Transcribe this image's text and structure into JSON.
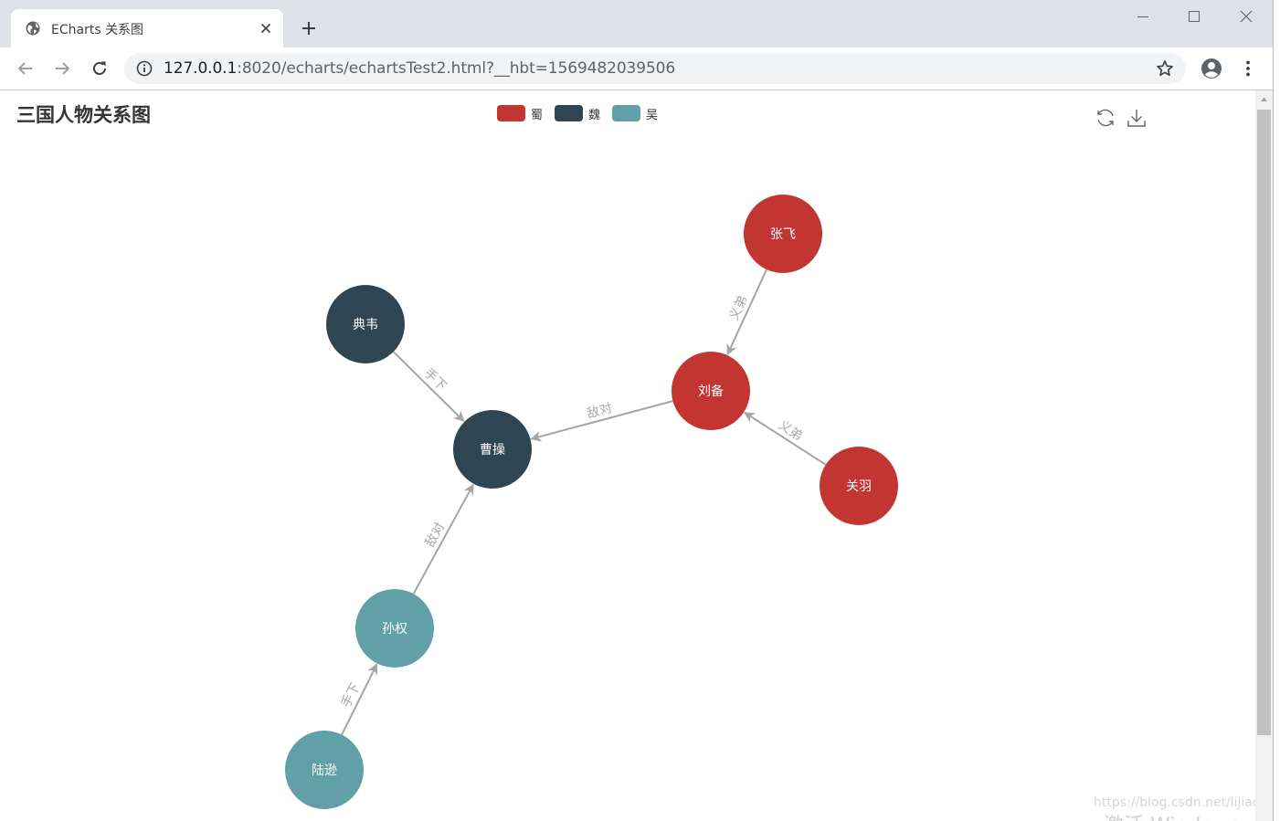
{
  "browser": {
    "tab_title": "ECharts 关系图",
    "url_host": "127.0.0.1",
    "url_rest": ":8020/echarts/echartsTest2.html?__hbt=1569482039506"
  },
  "page": {
    "title": "三国人物关系图",
    "legend": [
      {
        "name": "蜀",
        "color": "#c23531"
      },
      {
        "name": "魏",
        "color": "#2f4554"
      },
      {
        "name": "吴",
        "color": "#61a0a8"
      }
    ],
    "toolbox": [
      "restore-icon",
      "download-icon"
    ],
    "watermark": "https://blog.csdn.net/lijiachu",
    "watermark2": "激活 Windows"
  },
  "chart_data": {
    "type": "graph",
    "title": "三国人物关系图",
    "categories": [
      "蜀",
      "魏",
      "吴"
    ],
    "nodes": [
      {
        "name": "张飞",
        "category": "蜀"
      },
      {
        "name": "刘备",
        "category": "蜀"
      },
      {
        "name": "关羽",
        "category": "蜀"
      },
      {
        "name": "典韦",
        "category": "魏"
      },
      {
        "name": "曹操",
        "category": "魏"
      },
      {
        "name": "孙权",
        "category": "吴"
      },
      {
        "name": "陆逊",
        "category": "吴"
      }
    ],
    "links": [
      {
        "source": "张飞",
        "target": "刘备",
        "label": "义弟"
      },
      {
        "source": "关羽",
        "target": "刘备",
        "label": "义弟"
      },
      {
        "source": "刘备",
        "target": "曹操",
        "label": "敌对"
      },
      {
        "source": "典韦",
        "target": "曹操",
        "label": "手下"
      },
      {
        "source": "孙权",
        "target": "曹操",
        "label": "敌对"
      },
      {
        "source": "陆逊",
        "target": "孙权",
        "label": "手下"
      }
    ]
  }
}
